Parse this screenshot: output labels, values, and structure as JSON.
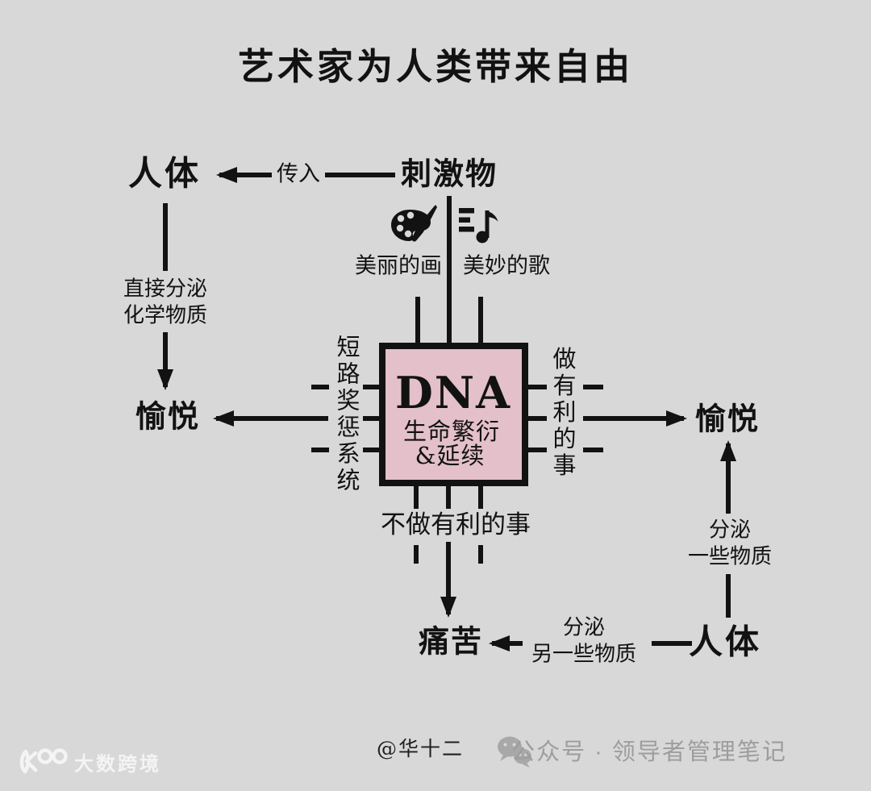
{
  "title": "艺术家为人类带来自由",
  "colors": {
    "background": "#d8d8d8",
    "ink": "#121212",
    "dna_box_fill": "#e3c0ca",
    "watermark_gray": "#9d9d9d"
  },
  "nodes": {
    "body_top": "人体",
    "stimulus": "刺激物",
    "pleasure_left": "愉悦",
    "pleasure_right": "愉悦",
    "pain": "痛苦",
    "body_bottom": "人体",
    "dna": {
      "title": "DNA",
      "subtitle_line1": "生命繁衍",
      "subtitle_line2": "&延续"
    }
  },
  "stimuli": [
    {
      "icon": "palette-icon",
      "label": "美丽的画"
    },
    {
      "icon": "music-note-icon",
      "label": "美妙的歌"
    }
  ],
  "edge_labels": {
    "incoming": "传入",
    "direct_secrete_line1": "直接分泌",
    "direct_secrete_line2": "化学物质",
    "left_system": "短路奖惩系统",
    "right_action": "做有利的事",
    "not_do": "不做有利的事",
    "secrete_some_line1": "分泌",
    "secrete_some_line2": "一些物质",
    "secrete_other_line1": "分泌",
    "secrete_other_line2": "另一些物质"
  },
  "footer": {
    "author": "@华十二",
    "wechat_label": "公众号 · 领导者管理笔记",
    "corner_watermark": "大数跨境"
  }
}
